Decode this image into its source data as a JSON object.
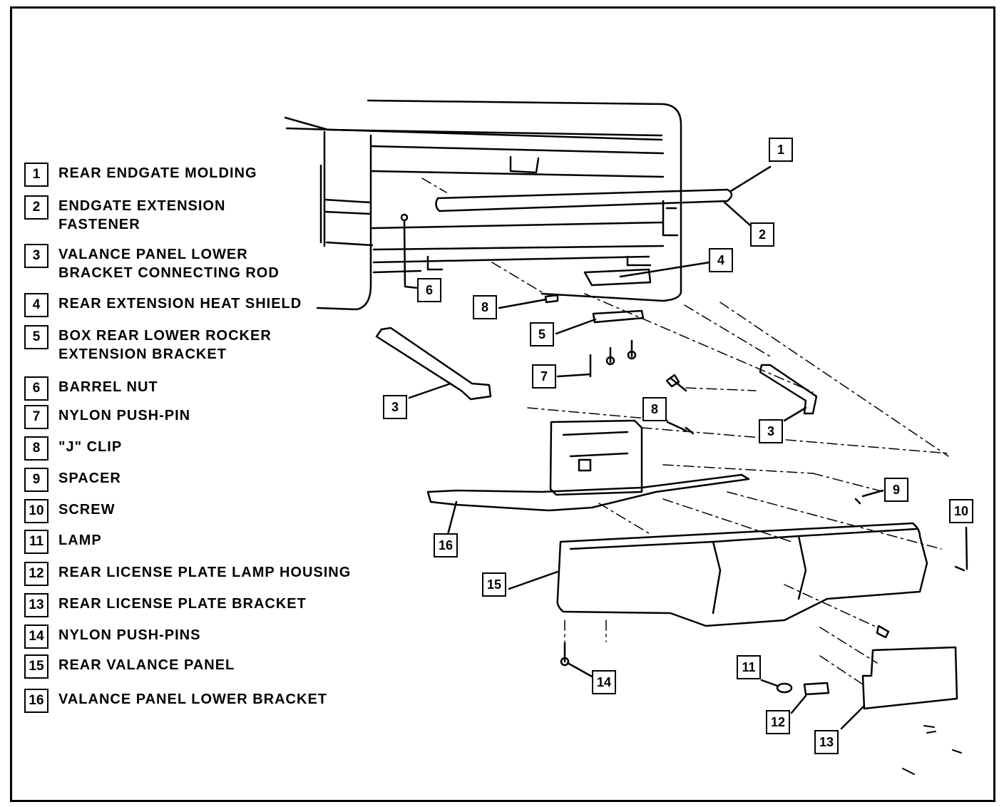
{
  "legend": {
    "items": [
      {
        "num": "1",
        "lines": [
          "REAR ENDGATE MOLDING"
        ]
      },
      {
        "num": "2",
        "lines": [
          "ENDGATE EXTENSION",
          "FASTENER"
        ]
      },
      {
        "num": "3",
        "lines": [
          "VALANCE PANEL LOWER",
          "BRACKET CONNECTING ROD"
        ]
      },
      {
        "num": "4",
        "lines": [
          "REAR EXTENSION HEAT SHIELD"
        ]
      },
      {
        "num": "5",
        "lines": [
          "BOX REAR LOWER ROCKER",
          "EXTENSION BRACKET"
        ]
      },
      {
        "num": "6",
        "lines": [
          "BARREL NUT"
        ]
      },
      {
        "num": "7",
        "lines": [
          "NYLON PUSH-PIN"
        ]
      },
      {
        "num": "8",
        "lines": [
          "\"J\" CLIP"
        ]
      },
      {
        "num": "9",
        "lines": [
          "SPACER"
        ]
      },
      {
        "num": "10",
        "lines": [
          "SCREW"
        ]
      },
      {
        "num": "11",
        "lines": [
          "LAMP"
        ]
      },
      {
        "num": "12",
        "lines": [
          "REAR LICENSE PLATE LAMP HOUSING"
        ]
      },
      {
        "num": "13",
        "lines": [
          "REAR LICENSE PLATE BRACKET"
        ]
      },
      {
        "num": "14",
        "lines": [
          "NYLON PUSH-PINS"
        ]
      },
      {
        "num": "15",
        "lines": [
          "REAR VALANCE PANEL"
        ]
      },
      {
        "num": "16",
        "lines": [
          "VALANCE PANEL LOWER BRACKET"
        ]
      }
    ]
  },
  "callouts": {
    "c1": "1",
    "c2": "2",
    "c3a": "3",
    "c3b": "3",
    "c4": "4",
    "c5": "5",
    "c6": "6",
    "c7": "7",
    "c8a": "8",
    "c8b": "8",
    "c9": "9",
    "c10": "10",
    "c11": "11",
    "c12": "12",
    "c13": "13",
    "c14": "14",
    "c15": "15",
    "c16": "16"
  },
  "colors": {
    "ink": "#000000",
    "paper": "#ffffff"
  }
}
